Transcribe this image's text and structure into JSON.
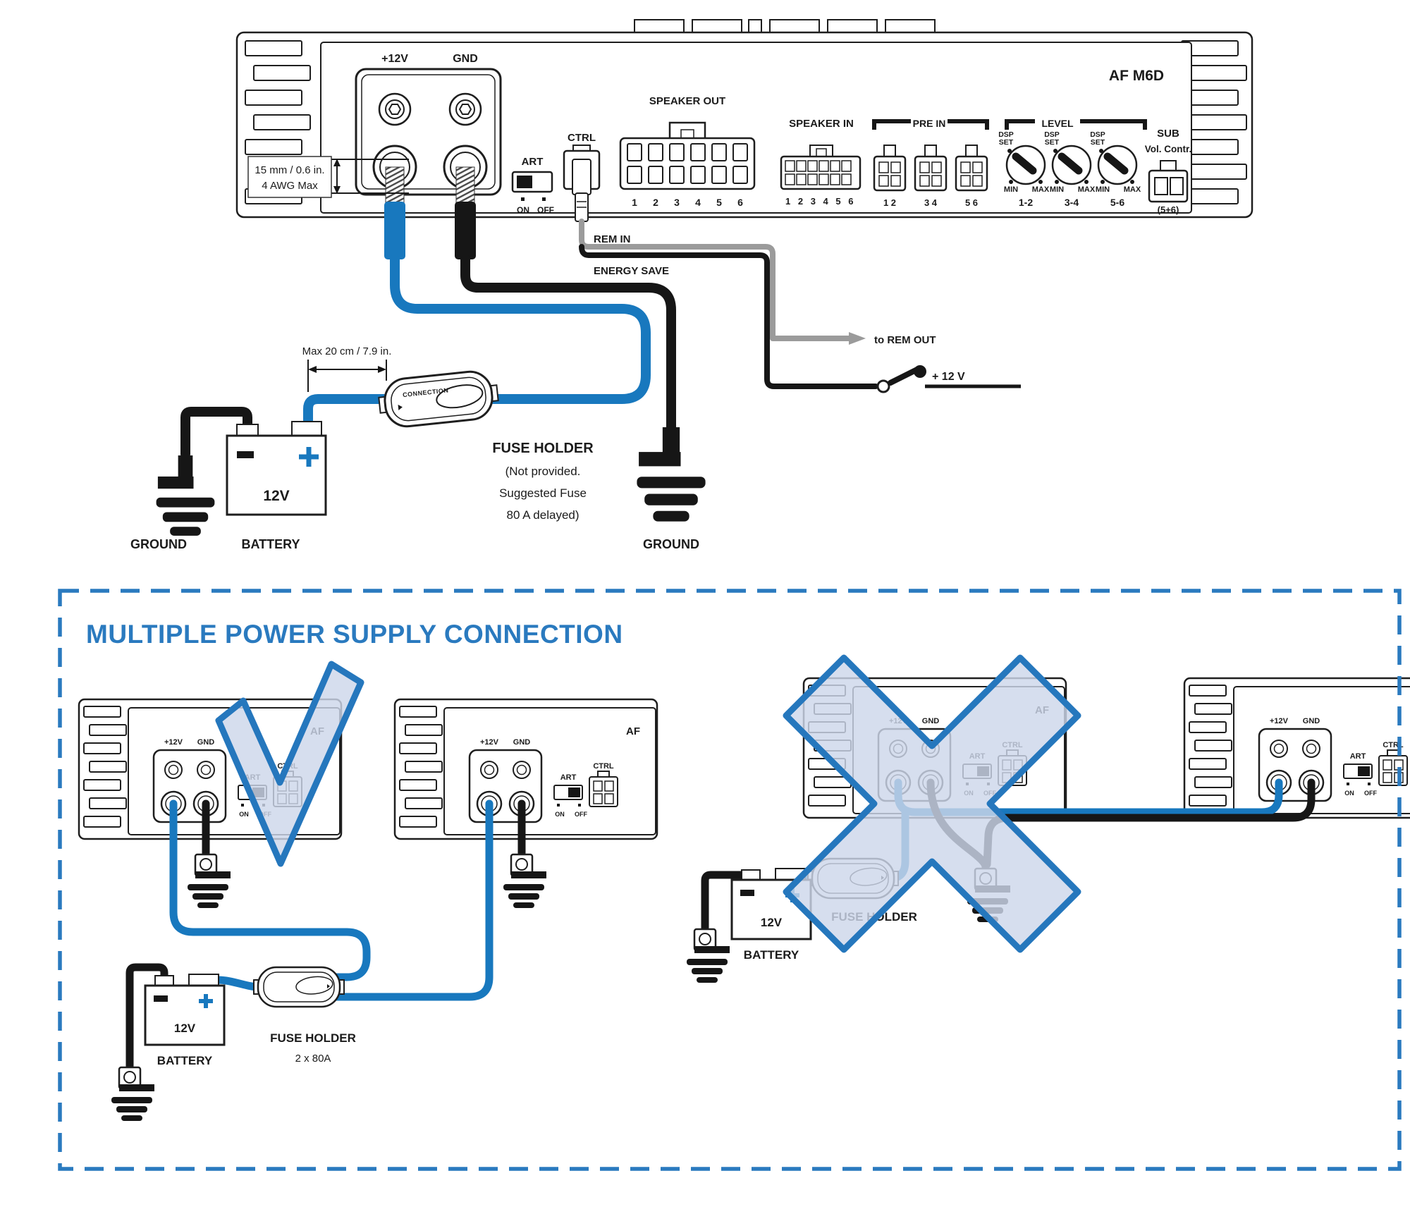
{
  "colors": {
    "wire_blue": "#1878BE",
    "accent_blue": "#2A7ABF",
    "wire_black": "#161616",
    "wire_gray": "#9B9B9B",
    "overlay_fill": "#CDD7EA"
  },
  "amp": {
    "model": "AF M6D",
    "plus12v": "+12V",
    "gnd": "GND",
    "wire_note1": "15 mm / 0.6 in.",
    "wire_note2": "4 AWG Max",
    "art": "ART",
    "on": "ON",
    "off": "OFF",
    "ctrl": "CTRL",
    "speaker_out": "SPEAKER OUT",
    "so_pins": [
      "1",
      "2",
      "3",
      "4",
      "5",
      "6"
    ],
    "speaker_in": "SPEAKER IN",
    "si_pins": "1 2 3 4 5 6",
    "pre_in": "PRE IN",
    "pre_pairs": [
      "1 2",
      "3 4",
      "5 6"
    ],
    "level": "LEVEL",
    "dsp": "DSP",
    "set": "SET",
    "min": "MIN",
    "max": "MAX",
    "level_groups": [
      "1-2",
      "3-4",
      "5-6"
    ],
    "sub1": "SUB",
    "sub2": "Vol. Contr.",
    "sub_pins": "(5+6)"
  },
  "wiring": {
    "rem_in": "REM IN",
    "energy_save": "ENERGY SAVE",
    "to_rem_out": "to REM OUT",
    "switch_12v": "+ 12 V",
    "max_len": "Max 20 cm / 7.9 in.",
    "fuse1": "FUSE HOLDER",
    "fuse2": "(Not provided.",
    "fuse3": "Suggested Fuse",
    "fuse4": "80 A delayed)",
    "fuse_brand": "CONNECTION",
    "battery_v": "12V",
    "battery": "BATTERY",
    "ground": "GROUND"
  },
  "multi": {
    "title": "MULTIPLE POWER SUPPLY CONNECTION",
    "af": "AF",
    "plus12v": "+12V",
    "gnd": "GND",
    "art": "ART",
    "on": "ON",
    "off": "OFF",
    "ctrl": "CTRL",
    "battery_v": "12V",
    "battery": "BATTERY",
    "fuse_holder": "FUSE HOLDER",
    "fuse_rating": "2 x 80A"
  }
}
